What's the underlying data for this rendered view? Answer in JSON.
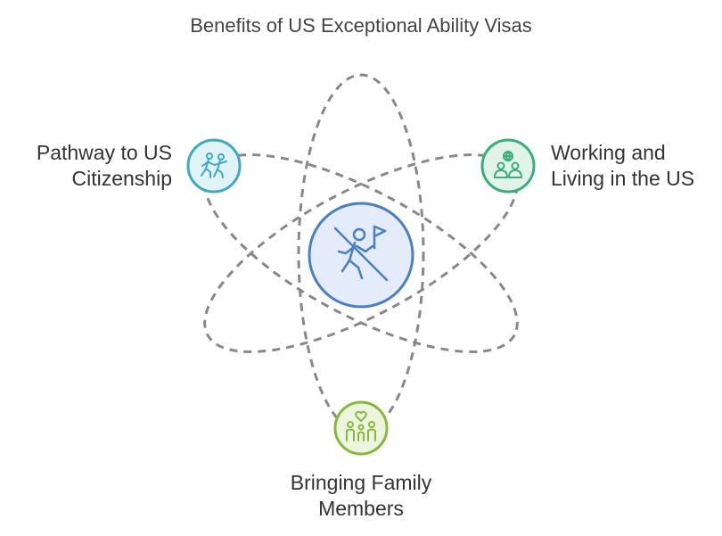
{
  "title": "Benefits of US Exceptional Ability Visas",
  "center": {
    "icon": "person-reaching-goal-flag-icon",
    "color": "#4a7fc1",
    "fill": "#e3ecf8"
  },
  "nodes": [
    {
      "id": "pathway",
      "label_line1": "Pathway to US",
      "label_line2": "Citizenship",
      "icon": "people-walking-icon",
      "color": "#3fa9c3",
      "fill": "#e0f3f7"
    },
    {
      "id": "working",
      "label_line1": "Working and",
      "label_line2": "Living in the US",
      "icon": "people-with-globe-icon",
      "color": "#3aae7a",
      "fill": "#e2f4ea"
    },
    {
      "id": "family",
      "label_line1": "Bringing Family",
      "label_line2": "Members",
      "icon": "family-heart-icon",
      "color": "#86b83f",
      "fill": "#eef5df"
    }
  ]
}
